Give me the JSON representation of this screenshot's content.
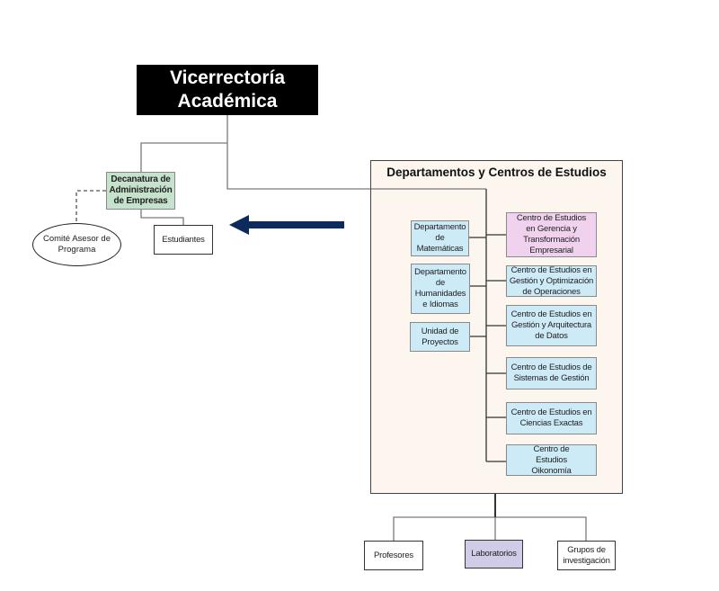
{
  "top": {
    "title_line1": "Vicerrectoría",
    "title_line2": "Académica"
  },
  "decanatura": {
    "label": "Decanatura de Administración de Empresas",
    "color": "#c5e2cd"
  },
  "comite": {
    "label": "Comité Asesor de Programa"
  },
  "estudiantes": {
    "label": "Estudiantes"
  },
  "arrow": {
    "icon": "arrow-left-icon",
    "color": "#0d2a5c"
  },
  "departments_box": {
    "title": "Departamentos y Centros de Estudios",
    "background": "#fdf6ef",
    "left_units": [
      {
        "label": "Departamento de Matemáticas"
      },
      {
        "label": "Departamento de Humanidades e Idiomas"
      },
      {
        "label": "Unidad de Proyectos"
      }
    ],
    "centers": [
      {
        "label": "Centro de Estudios en Gerencia y Transformación Empresarial",
        "color": "#f1d2ee"
      },
      {
        "label": "Centro de Estudios en Gestión y Optimización de Operaciones",
        "color": "#cdeaf7"
      },
      {
        "label": "Centro de Estudios en Gestión y Arquitectura de Datos",
        "color": "#cdeaf7"
      },
      {
        "label": "Centro de Estudios de Sistemas de Gestión",
        "color": "#cdeaf7"
      },
      {
        "label": "Centro de Estudios en Ciencias Exactas",
        "color": "#cdeaf7"
      },
      {
        "label": "Centro de Estudios Oikonomía",
        "color": "#cdeaf7"
      }
    ]
  },
  "bottom": [
    {
      "label": "Profesores"
    },
    {
      "label": "Laboratorios",
      "color": "#d0cbe6"
    },
    {
      "label": "Grupos de investigación"
    }
  ]
}
